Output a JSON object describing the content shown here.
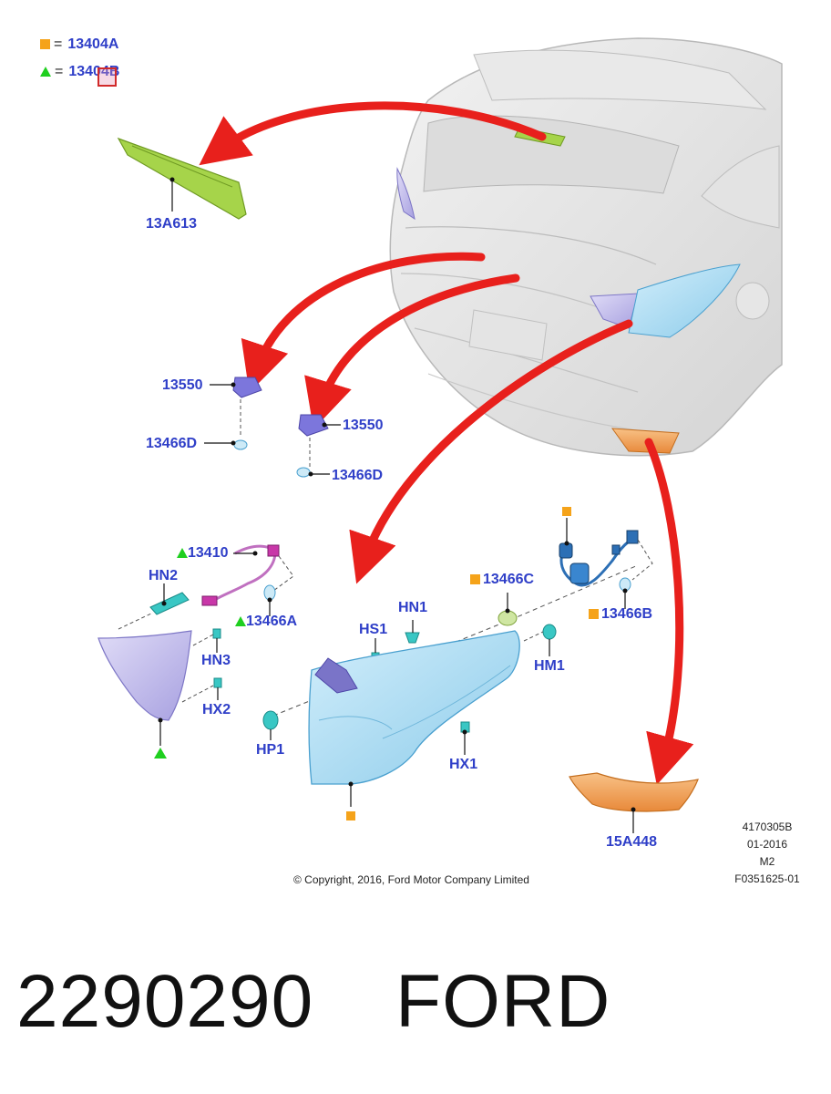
{
  "legend": {
    "square_value": "13404A",
    "triangle_value": "13404B",
    "equals": "="
  },
  "parts": {
    "p13A613": "13A613",
    "p13550_a": "13550",
    "p13466D_a": "13466D",
    "p13550_b": "13550",
    "p13466D_b": "13466D",
    "p13410": "13410",
    "pHN2": "HN2",
    "p13466A": "13466A",
    "pHN3": "HN3",
    "pHX2": "HX2",
    "pHS1": "HS1",
    "pHN1": "HN1",
    "p13466C": "13466C",
    "p13466B": "13466B",
    "pHM1": "HM1",
    "pHP1": "HP1",
    "pHX1": "HX1",
    "p15A448": "15A448"
  },
  "metadata": {
    "line1": "4170305B",
    "line2": "01-2016",
    "line3": "M2",
    "line4": "F0351625-01"
  },
  "copyright": "© Copyright, 2016, Ford Motor Company Limited",
  "caption": {
    "part_number": "2290290",
    "brand": "FORD"
  },
  "colors": {
    "label_blue": "#2f3fc8",
    "arrow_red": "#e8201c",
    "square_orange": "#f5a31a",
    "triangle_green": "#1fcf1f",
    "lamp_blue": "#9fd8f2",
    "lamp_purple": "#b9b2ea",
    "reflector_orange": "#f1a052",
    "brake_lamp_green": "#a6d44a"
  }
}
